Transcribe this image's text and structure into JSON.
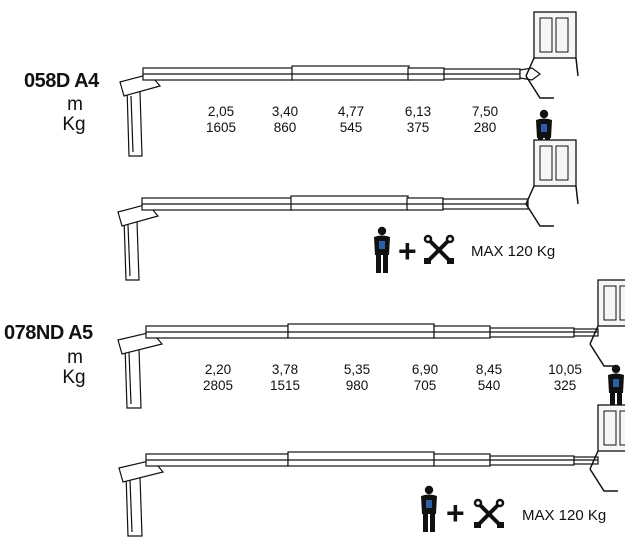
{
  "section1": {
    "model": "058D A4",
    "unit_m": "m",
    "unit_kg": "Kg",
    "reach_m": [
      "2,05",
      "3,40",
      "4,77",
      "6,13",
      "7,50"
    ],
    "load_kg": [
      "1605",
      "860",
      "545",
      "375",
      "280"
    ],
    "max_label": "MAX 120 Kg"
  },
  "section2": {
    "model": "078ND A5",
    "unit_m": "m",
    "unit_kg": "Kg",
    "reach_m": [
      "2,20",
      "3,78",
      "5,35",
      "6,90",
      "8,45",
      "10,05"
    ],
    "load_kg": [
      "2805",
      "1515",
      "980",
      "705",
      "540",
      "325"
    ],
    "max_label": "MAX 120 Kg"
  },
  "icons": [
    "crane-boom-icon",
    "basket-icon",
    "operator-icon",
    "plus-icon",
    "tools-icon"
  ],
  "colors": {
    "line": "#1a1a1a",
    "fill": "#ffffff",
    "basket": "#f4f4f4"
  }
}
